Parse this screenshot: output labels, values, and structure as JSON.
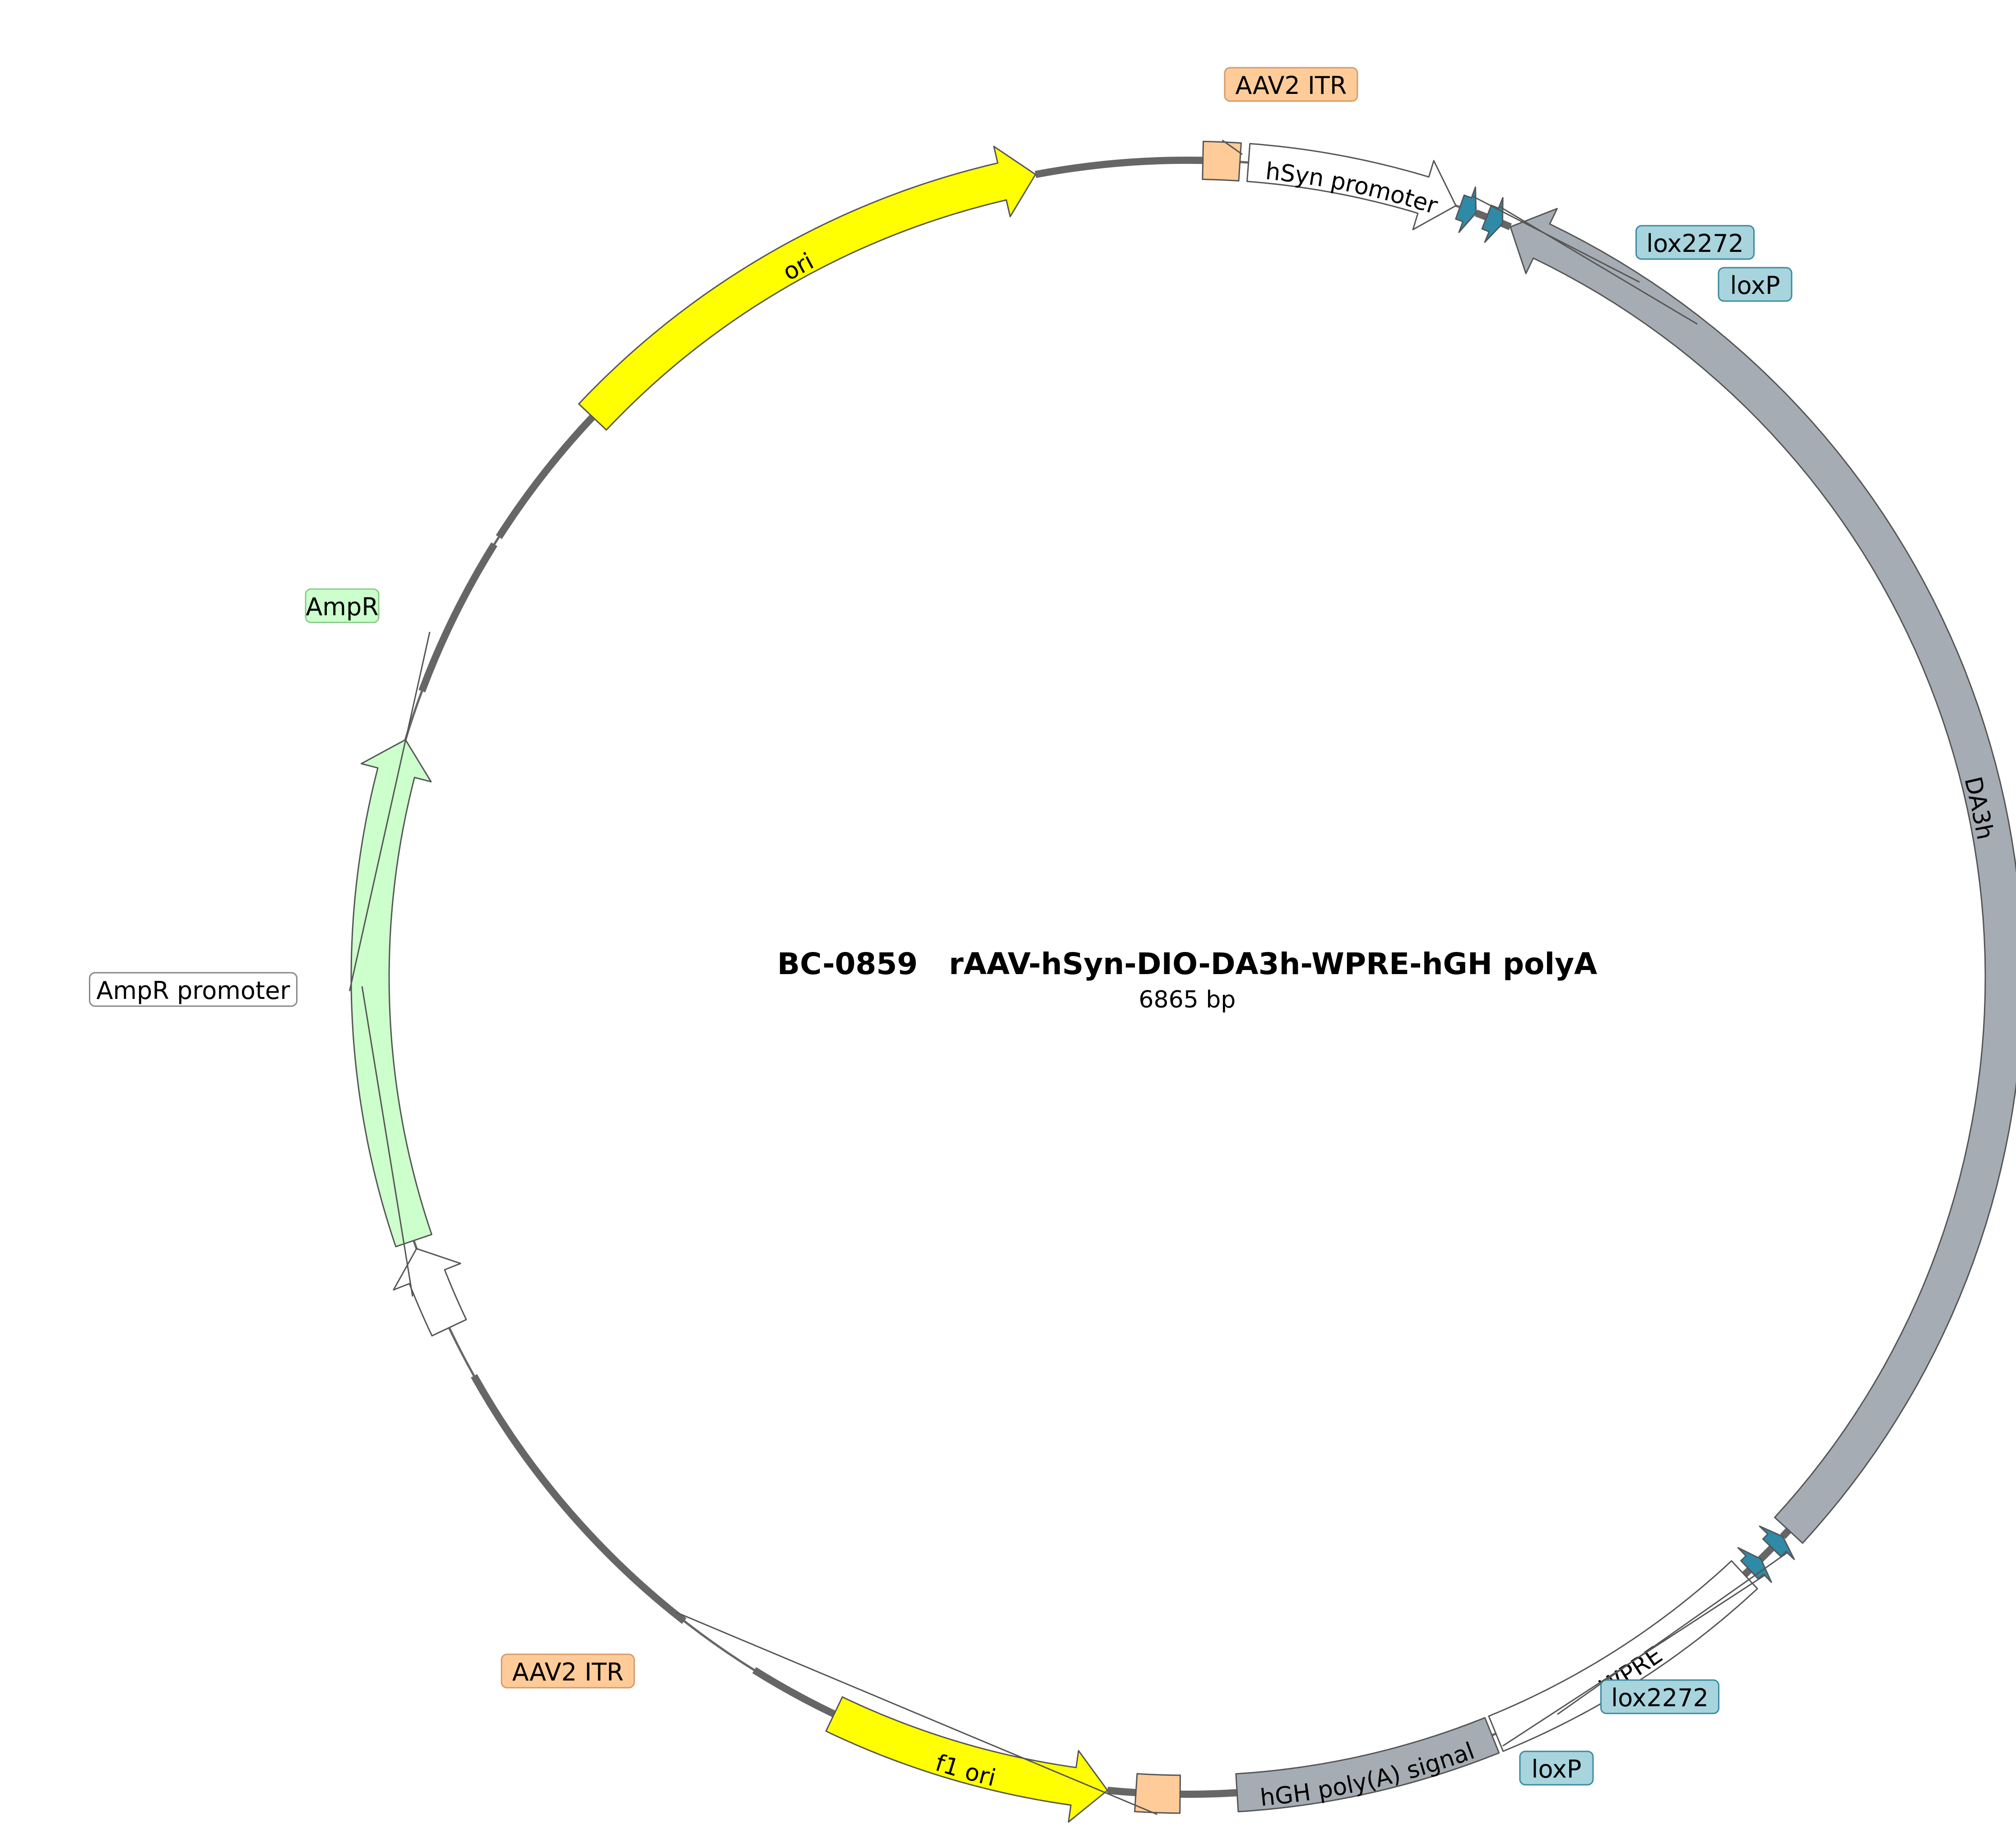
{
  "plasmid": {
    "title": "BC-0859   rAAV-hSyn-DIO-DA3h-WPRE-hGH polyA",
    "size_label": "6865 bp",
    "total_bp": 6865,
    "topology": "circular"
  },
  "features": [
    {
      "id": "aav2-itr-top",
      "name": "AAV2 ITR",
      "type": "repeat_region",
      "color": "#ffcc99",
      "direction": "none",
      "label": "AAV2 ITR",
      "label_mode": "callout"
    },
    {
      "id": "hsyn-promoter",
      "name": "hSyn promoter",
      "type": "promoter",
      "color": "#ffffff",
      "direction": "forward",
      "label": "hSyn promoter",
      "label_mode": "inside"
    },
    {
      "id": "lox2272-1",
      "name": "lox2272",
      "type": "protein_bind",
      "color": "#2e8aa6",
      "direction": "forward",
      "label": "lox2272",
      "label_mode": "callout"
    },
    {
      "id": "loxp-1",
      "name": "loxP",
      "type": "protein_bind",
      "color": "#2e8aa6",
      "direction": "forward",
      "label": "loxP",
      "label_mode": "callout"
    },
    {
      "id": "da3h",
      "name": "DA3h",
      "type": "CDS",
      "color": "#a6acb3",
      "direction": "reverse",
      "label": "DA3h",
      "label_mode": "inside"
    },
    {
      "id": "lox2272-2",
      "name": "lox2272",
      "type": "protein_bind",
      "color": "#2e8aa6",
      "direction": "reverse",
      "label": "lox2272",
      "label_mode": "callout"
    },
    {
      "id": "loxp-2",
      "name": "loxP",
      "type": "protein_bind",
      "color": "#2e8aa6",
      "direction": "reverse",
      "label": "loxP",
      "label_mode": "callout"
    },
    {
      "id": "wpre",
      "name": "WPRE",
      "type": "misc_feature",
      "color": "#ffffff",
      "direction": "none",
      "label": "WPRE",
      "label_mode": "inside"
    },
    {
      "id": "hgh-polya",
      "name": "hGH poly(A) signal",
      "type": "polyA_signal",
      "color": "#a6acb3",
      "direction": "none",
      "label": "hGH poly(A) signal",
      "label_mode": "inside"
    },
    {
      "id": "aav2-itr-bottom",
      "name": "AAV2 ITR",
      "type": "repeat_region",
      "color": "#ffcc99",
      "direction": "none",
      "label": "AAV2 ITR",
      "label_mode": "callout"
    },
    {
      "id": "f1-ori",
      "name": "f1 ori",
      "type": "rep_origin",
      "color": "#ffff00",
      "direction": "reverse",
      "label": "f1 ori",
      "label_mode": "inside"
    },
    {
      "id": "ampr-promoter",
      "name": "AmpR promoter",
      "type": "promoter",
      "color": "#ffffff",
      "direction": "forward",
      "label": "AmpR promoter",
      "label_mode": "callout"
    },
    {
      "id": "ampr",
      "name": "AmpR",
      "type": "CDS",
      "color": "#ccffcc",
      "direction": "forward",
      "label": "AmpR",
      "label_mode": "callout"
    },
    {
      "id": "ori",
      "name": "ori",
      "type": "rep_origin",
      "color": "#ffff00",
      "direction": "forward",
      "label": "ori",
      "label_mode": "inside"
    }
  ],
  "colors": {
    "backbone": "#666666",
    "outline": "#555555",
    "itr_box_border": "#d49a66",
    "lox_box_fill": "#a8d4de",
    "lox_box_border": "#3a8aa0",
    "ampr_box_border": "#88cc88",
    "white_box_border": "#888888"
  }
}
